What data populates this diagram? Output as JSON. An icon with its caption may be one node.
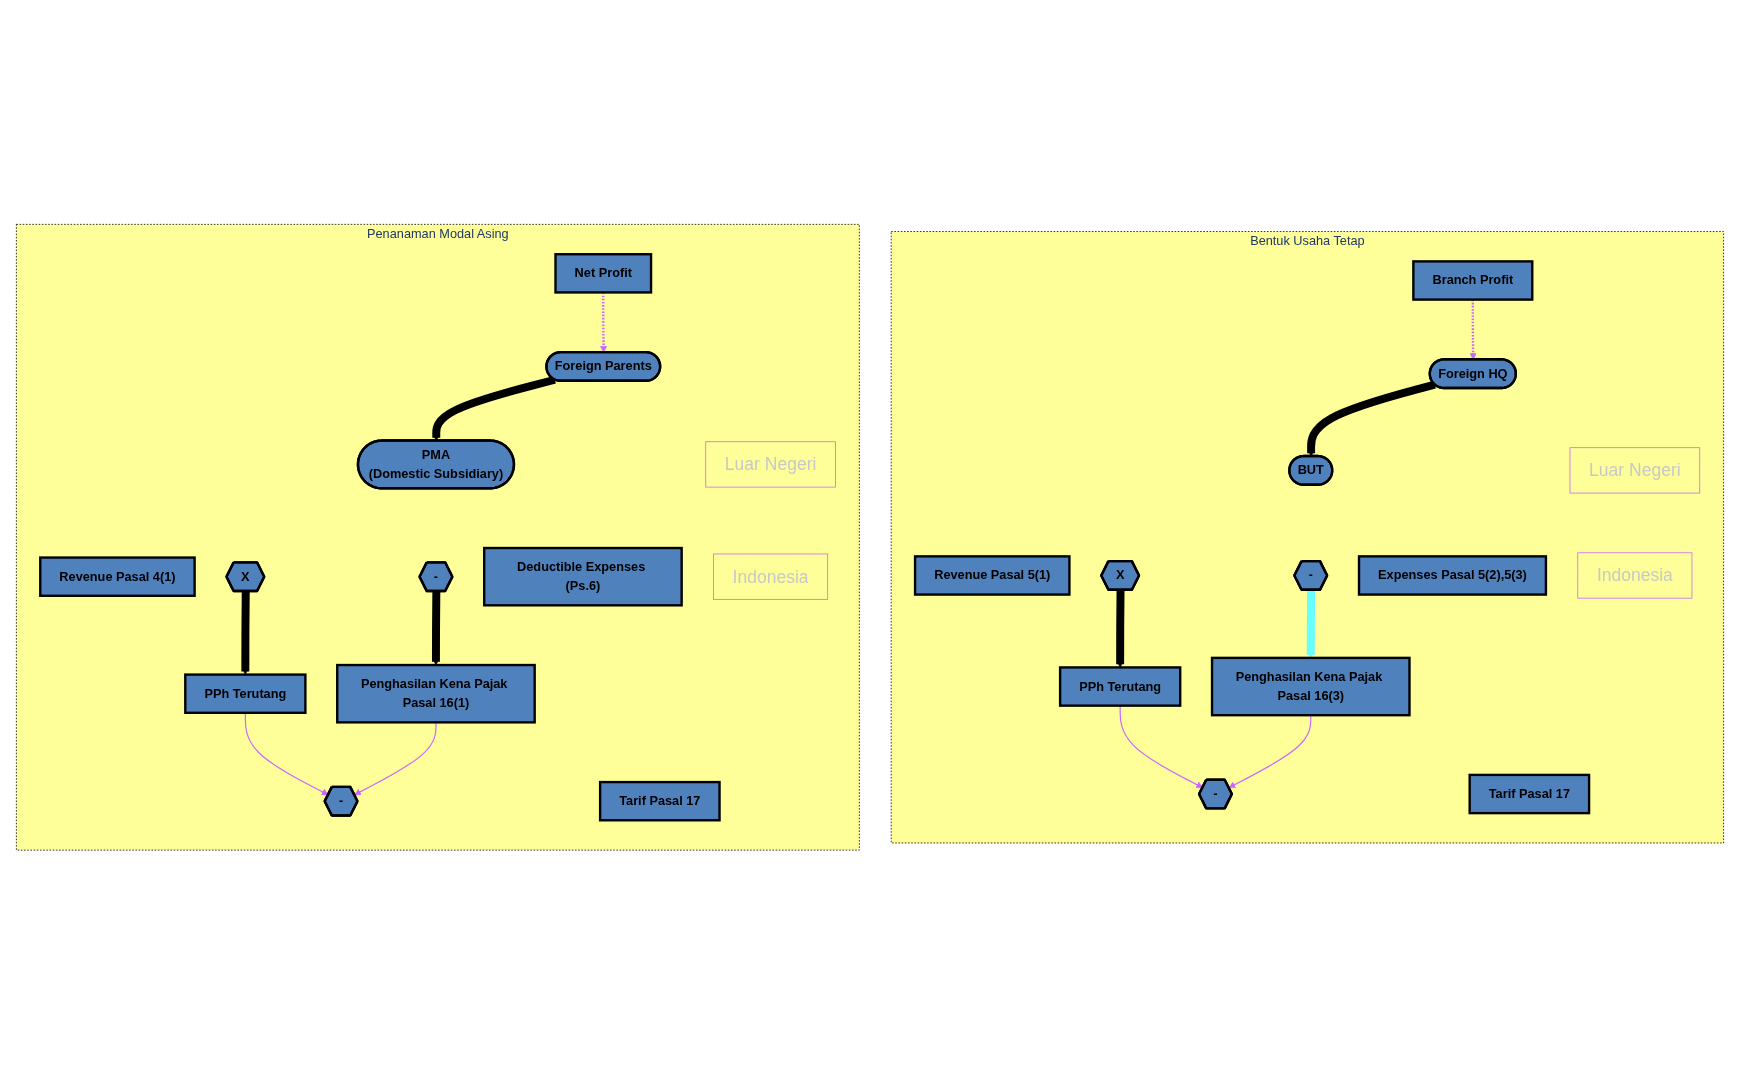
{
  "diagram": {
    "nodes": [
      {
        "text": [
          "Bentuk Usaha Tetap"
        ]
      },
      {
        "text": [
          "Foreign HQ"
        ],
        "in": 0
      },
      {
        "text": [
          "Luar Negeri"
        ],
        "in": 0
      },
      {
        "text": [
          "Indonesia"
        ],
        "in": 0
      },
      {
        "text": [
          "BUT"
        ],
        "in": 0
      },
      {
        "text": [
          "Revenue Pasal 5(1)"
        ],
        "in": 0
      },
      {
        "text": [
          "-"
        ],
        "in": 0
      },
      {
        "text": [
          "Expenses Pasal 5(2),5(3)"
        ],
        "in": 0
      },
      {
        "text": [
          "Branch Profit"
        ],
        "in": 0
      },
      {
        "text": [
          "-"
        ],
        "in": 0
      },
      {
        "text": [
          "Penghasilan Kena Pajak Pasal 16(3)"
        ],
        "in": 0
      },
      {
        "text": [
          "PPh Terutang"
        ],
        "in": 0
      },
      {
        "text": [
          "X"
        ],
        "in": 0
      },
      {
        "text": [
          "Tarif Pasal 17"
        ],
        "in": 0
      },
      {
        "text": [
          "Penanaman Modal Asing"
        ]
      },
      {
        "text": [
          "Foreign Parents"
        ],
        "in": 14
      },
      {
        "text": [
          "Luar Negeri"
        ],
        "in": 14
      },
      {
        "text": [
          "Indonesia"
        ],
        "in": 14
      },
      {
        "text": [
          "PMA",
          "(Domestic Subsidiary)"
        ],
        "in": 14
      },
      {
        "text": [
          "Revenue Pasal 4(1)"
        ],
        "in": 14
      },
      {
        "text": [
          "-"
        ],
        "in": 14
      },
      {
        "text": [
          "Deductible Expenses (Ps.6)"
        ],
        "in": 14
      },
      {
        "text": [
          "Net Profit"
        ],
        "in": 14
      },
      {
        "text": [
          "-"
        ],
        "in": 14
      },
      {
        "text": [
          "Penghasilan Kena Pajak Pasal 16(1)"
        ],
        "in": 14
      },
      {
        "text": [
          "PPh Terutang"
        ],
        "in": 14
      },
      {
        "text": [
          "X"
        ],
        "in": 14
      },
      {
        "text": [
          "Tarif Pasal 17"
        ],
        "in": 14
      }
    ],
    "edges": [
      {
        "from": 1,
        "to": 4,
        "arrow": "to",
        "style": "thick",
        "color": "#000000"
      },
      {
        "from": 6,
        "to": 10,
        "arrow": "to",
        "style": "thick",
        "color": "#66ffff"
      },
      {
        "from": 8,
        "to": 1,
        "arrow": "to",
        "style": "dashed"
      },
      {
        "from": 10,
        "to": 9,
        "arrow": "to"
      },
      {
        "from": 11,
        "to": 9,
        "arrow": "to"
      },
      {
        "from": 12,
        "to": 11,
        "arrow": "to",
        "style": "thick",
        "color": "#000000"
      },
      {
        "from": 15,
        "to": 18,
        "arrow": "to",
        "style": "thick",
        "color": "#000000"
      },
      {
        "from": 20,
        "to": 24,
        "arrow": "to",
        "style": "thick",
        "color": "#000000"
      },
      {
        "from": 22,
        "to": 15,
        "arrow": "to",
        "style": "dashed"
      },
      {
        "from": 24,
        "to": 23,
        "arrow": "to"
      },
      {
        "from": 25,
        "to": 23,
        "arrow": "to"
      },
      {
        "from": 26,
        "to": 25,
        "arrow": "to",
        "style": "thick",
        "color": "#000000"
      }
    ]
  }
}
